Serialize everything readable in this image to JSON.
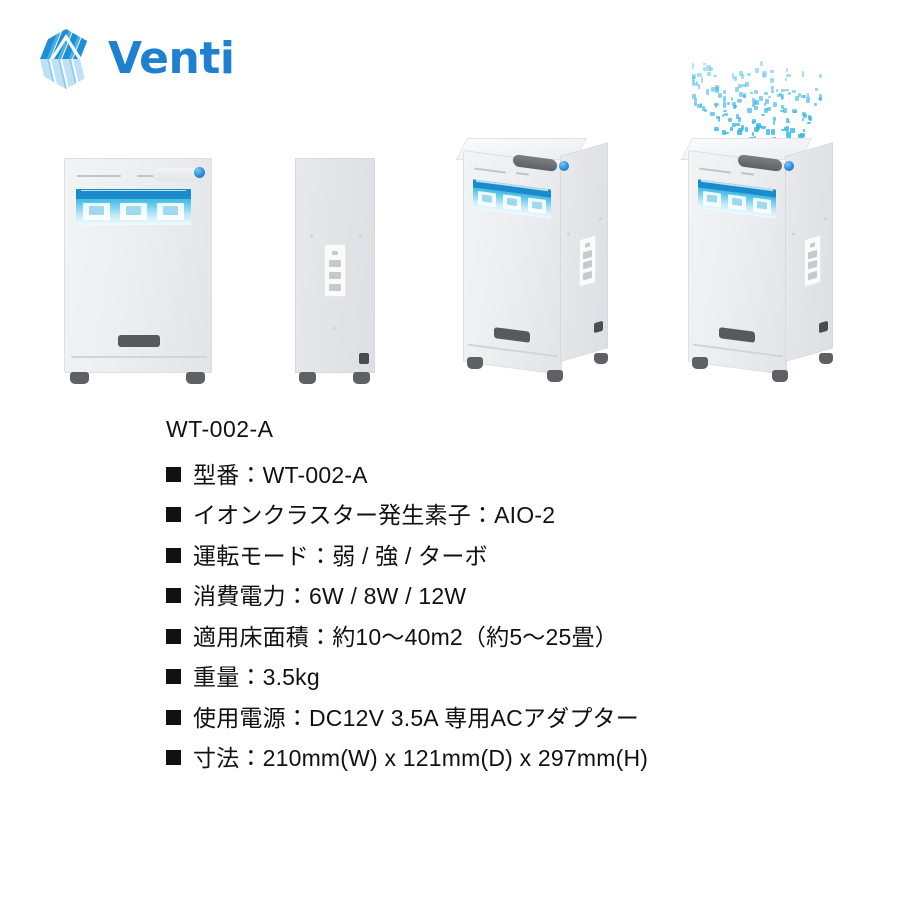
{
  "brand": {
    "name": "Venti",
    "logo_icon": "venti-hexagon-logo",
    "accent_color": "#1f7fd0",
    "logo_colors": [
      "#1f8ed4",
      "#49afe3",
      "#8fcdee",
      "#bfe1f5"
    ]
  },
  "gallery": {
    "views": [
      {
        "id": "front",
        "label": "front-view"
      },
      {
        "id": "side",
        "label": "side-view"
      },
      {
        "id": "angle",
        "label": "angled-view"
      },
      {
        "id": "angle-ion",
        "label": "angled-view-ion-emission"
      }
    ],
    "ion_color": "#35b6e8",
    "label_panel_colors": [
      "#1a8ccb",
      "#57c5ea",
      "#f2fbfe"
    ]
  },
  "product": {
    "title": "WT-002-A",
    "specs": [
      {
        "label": "型番",
        "value": "WT-002-A",
        "text": "型番：WT-002-A"
      },
      {
        "label": "イオンクラスター発生素子",
        "value": "AIO-2",
        "text": "イオンクラスター発生素子：AIO-2"
      },
      {
        "label": "運転モード",
        "value": "弱 / 強 / ターボ",
        "text": "運転モード：弱 / 強 / ターボ"
      },
      {
        "label": "消費電力",
        "value": "6W / 8W / 12W",
        "text": "消費電力：6W / 8W / 12W"
      },
      {
        "label": "適用床面積",
        "value": "約10〜40m2（約5〜25畳）",
        "text": "適用床面積：約10〜40m2（約5〜25畳）"
      },
      {
        "label": "重量",
        "value": "3.5kg",
        "text": "重量：3.5kg"
      },
      {
        "label": "使用電源",
        "value": "DC12V 3.5A 専用ACアダプター",
        "text": "使用電源：DC12V 3.5A 専用ACアダプター"
      },
      {
        "label": "寸法",
        "value": "210mm(W) x 121mm(D) x 297mm(H)",
        "text": "寸法：210mm(W) x 121mm(D) x 297mm(H)"
      }
    ]
  }
}
